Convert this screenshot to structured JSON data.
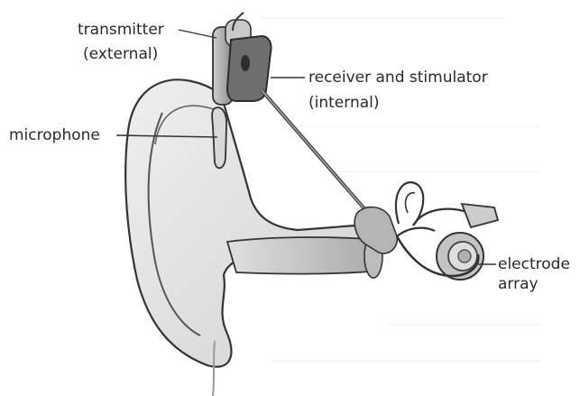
{
  "labels": {
    "transmitter": "transmitter",
    "transmitter_note": "(external)",
    "receiver": "receiver and stimulator",
    "receiver_note": "(internal)",
    "microphone": "microphone",
    "electrode": "electrode",
    "electrode_note": "array"
  }
}
